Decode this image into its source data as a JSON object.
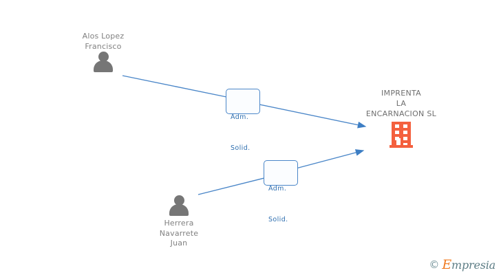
{
  "diagram": {
    "type": "org-relationship-graph",
    "background_color": "#ffffff",
    "colors": {
      "edge": "#4a86c8",
      "relation_text": "#2f6fb0",
      "relation_border": "#4a86c8",
      "person_icon": "#767676",
      "person_text": "#808080",
      "company_icon": "#F4603E",
      "company_text": "#6e6e6e"
    }
  },
  "company": {
    "name_lines": [
      "IMPRENTA",
      "LA",
      "ENCARNACION SL"
    ],
    "line1": "IMPRENTA",
    "line2": "LA",
    "line3": "ENCARNACION SL",
    "icon": "building-icon"
  },
  "persons": [
    {
      "name_lines": [
        "Alos Lopez",
        "Francisco"
      ],
      "line1": "Alos Lopez",
      "line2": "Francisco",
      "icon": "person-icon"
    },
    {
      "name_lines": [
        "Herrera",
        "Navarrete",
        "Juan"
      ],
      "line1": "Herrera",
      "line2": "Navarrete",
      "line3": "Juan",
      "icon": "person-icon"
    }
  ],
  "relations": [
    {
      "from": "Alos Lopez Francisco",
      "to": "IMPRENTA LA ENCARNACION SL",
      "line1": "Adm.",
      "line2": "Solid.",
      "label": "Adm. Solid."
    },
    {
      "from": "Herrera Navarrete Juan",
      "to": "IMPRENTA LA ENCARNACION SL",
      "line1": "Adm.",
      "line2": "Solid.",
      "label": "Adm. Solid."
    }
  ],
  "watermark": {
    "copyright": "©",
    "brand_cap": "E",
    "brand_rest": "mpresia",
    "brand": "Empresia"
  }
}
